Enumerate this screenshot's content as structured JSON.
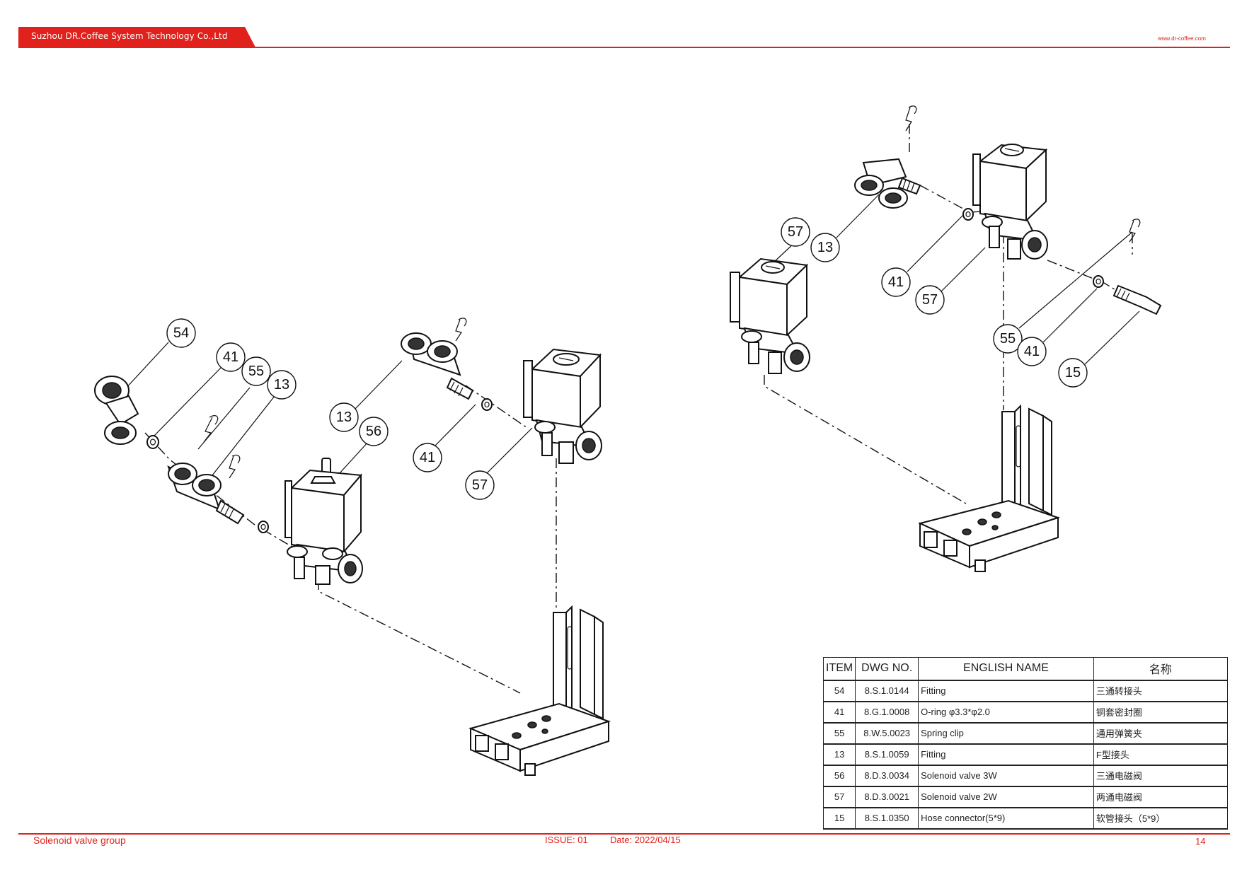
{
  "header": {
    "company": "Suzhou DR.Coffee System Technology Co.,Ltd",
    "website": "www.dr-coffee.com"
  },
  "callouts_left": [
    "54",
    "41",
    "55",
    "13",
    "13",
    "56",
    "41",
    "57"
  ],
  "callouts_right": [
    "57",
    "13",
    "41",
    "57",
    "55",
    "41",
    "15"
  ],
  "table": {
    "headers": [
      "ITEM",
      "DWG NO.",
      "ENGLISH NAME",
      "名称"
    ],
    "rows": [
      {
        "item": "54",
        "dwg": "8.S.1.0144",
        "name_en": "Fitting",
        "name_cn": "三通转接头"
      },
      {
        "item": "41",
        "dwg": "8.G.1.0008",
        "name_en": "O-ring φ3.3*φ2.0",
        "name_cn": "铜套密封圈"
      },
      {
        "item": "55",
        "dwg": "8.W.5.0023",
        "name_en": "Spring clip",
        "name_cn": "通用弹簧夹"
      },
      {
        "item": "13",
        "dwg": "8.S.1.0059",
        "name_en": "Fitting",
        "name_cn": "F型接头"
      },
      {
        "item": "56",
        "dwg": "8.D.3.0034",
        "name_en": "Solenoid valve 3W",
        "name_cn": "三通电磁阀"
      },
      {
        "item": "57",
        "dwg": "8.D.3.0021",
        "name_en": "Solenoid valve 2W",
        "name_cn": "两通电磁阀"
      },
      {
        "item": "15",
        "dwg": "8.S.1.0350",
        "name_en": "Hose connector(5*9)",
        "name_cn": "软管接头（5*9）"
      }
    ]
  },
  "footer": {
    "title": "Solenoid valve group",
    "issue": "ISSUE:  01",
    "date": "Date:  2022/04/15",
    "page": "14"
  }
}
